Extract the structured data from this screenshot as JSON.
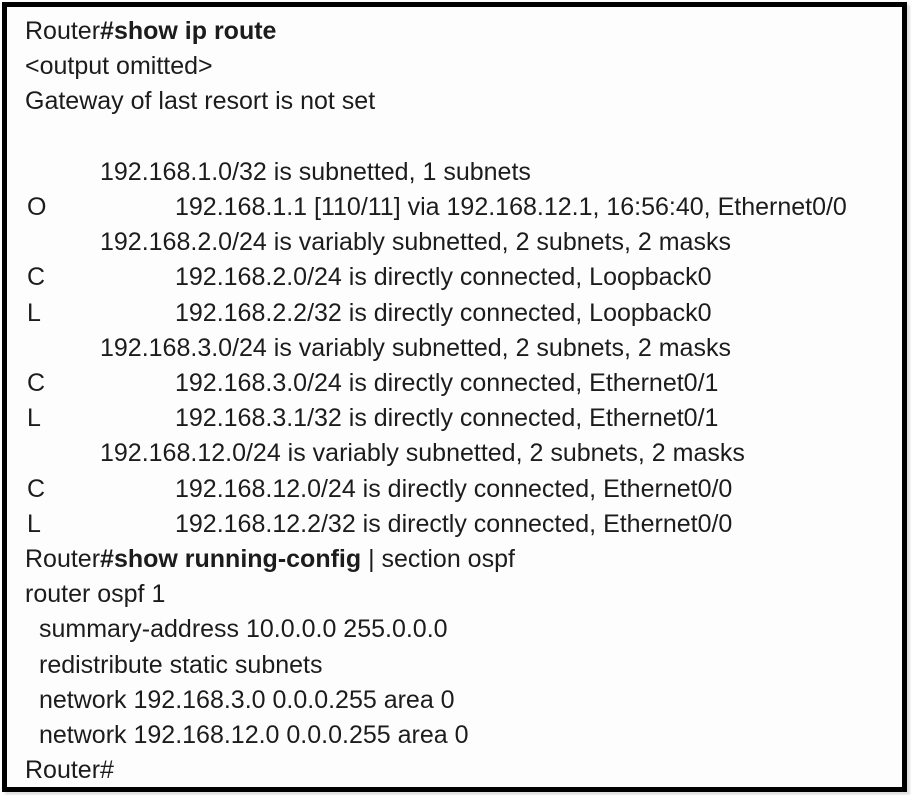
{
  "window": {
    "kind": "router-cli-output"
  },
  "colors": {
    "frame_border": "#000000",
    "background": "#fdfdfd",
    "text": "#1c1c1c"
  },
  "terminal": {
    "prompt": "Router#",
    "commands": [
      "show ip route",
      "show running-config | section ospf"
    ],
    "lines": [
      {
        "indent": "flush",
        "segments": [
          {
            "text": "Router"
          },
          {
            "text": "#show ip route",
            "bold": true
          }
        ]
      },
      {
        "indent": "flush",
        "segments": [
          {
            "text": "<output omitted>"
          }
        ]
      },
      {
        "indent": "flush",
        "segments": [
          {
            "text": "Gateway of last resort is not set"
          }
        ]
      },
      {
        "indent": "flush",
        "segments": []
      },
      {
        "indent": "header",
        "segments": [
          {
            "text": "192.168.1.0/32 is subnetted, 1 subnets"
          }
        ]
      },
      {
        "indent": "detail",
        "code": "O",
        "segments": [
          {
            "text": "192.168.1.1 [110/11] via 192.168.12.1, 16:56:40, Ethernet0/0"
          }
        ]
      },
      {
        "indent": "header",
        "segments": [
          {
            "text": "192.168.2.0/24 is variably subnetted, 2 subnets, 2 masks"
          }
        ]
      },
      {
        "indent": "detail",
        "code": "C",
        "segments": [
          {
            "text": "192.168.2.0/24 is directly connected, Loopback0"
          }
        ]
      },
      {
        "indent": "detail",
        "code": "L",
        "segments": [
          {
            "text": "192.168.2.2/32 is directly connected, Loopback0"
          }
        ]
      },
      {
        "indent": "header",
        "segments": [
          {
            "text": "192.168.3.0/24 is variably subnetted, 2 subnets, 2 masks"
          }
        ]
      },
      {
        "indent": "detail",
        "code": "C",
        "segments": [
          {
            "text": "192.168.3.0/24 is directly connected, Ethernet0/1"
          }
        ]
      },
      {
        "indent": "detail",
        "code": "L",
        "segments": [
          {
            "text": "192.168.3.1/32 is directly connected, Ethernet0/1"
          }
        ]
      },
      {
        "indent": "header",
        "segments": [
          {
            "text": "192.168.12.0/24 is variably subnetted, 2 subnets, 2 masks"
          }
        ]
      },
      {
        "indent": "detail",
        "code": "C",
        "segments": [
          {
            "text": "192.168.12.0/24 is directly connected, Ethernet0/0"
          }
        ]
      },
      {
        "indent": "detail",
        "code": "L",
        "segments": [
          {
            "text": "192.168.12.2/32 is directly connected, Ethernet0/0"
          }
        ]
      },
      {
        "indent": "flush",
        "segments": [
          {
            "text": "Router"
          },
          {
            "text": "#show running-config",
            "bold": true
          },
          {
            "text": " | section ospf"
          }
        ]
      },
      {
        "indent": "flush",
        "segments": [
          {
            "text": "router ospf 1"
          }
        ]
      },
      {
        "indent": "config",
        "segments": [
          {
            "text": "summary-address 10.0.0.0 255.0.0.0"
          }
        ]
      },
      {
        "indent": "config",
        "segments": [
          {
            "text": "redistribute static subnets"
          }
        ]
      },
      {
        "indent": "config",
        "segments": [
          {
            "text": "network 192.168.3.0 0.0.0.255 area 0"
          }
        ]
      },
      {
        "indent": "config",
        "segments": [
          {
            "text": "network 192.168.12.0 0.0.0.255 area 0"
          }
        ]
      },
      {
        "indent": "flush",
        "segments": [
          {
            "text": "Router#"
          }
        ]
      }
    ]
  }
}
